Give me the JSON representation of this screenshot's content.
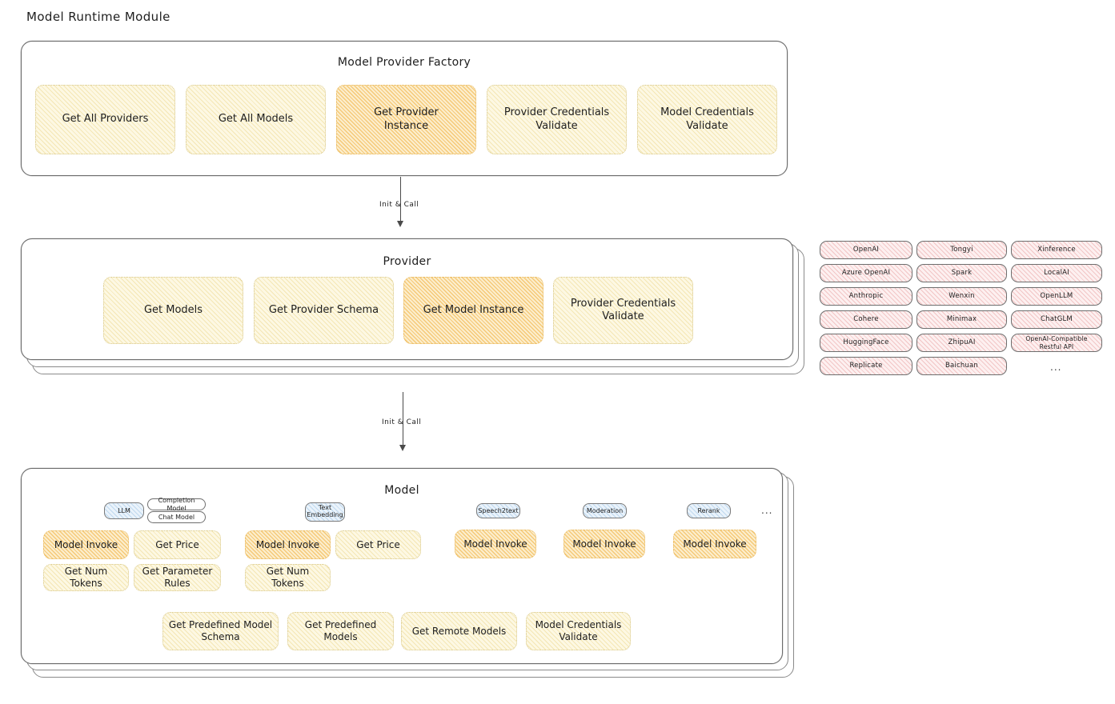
{
  "page": {
    "title": "Model Runtime Module"
  },
  "factory": {
    "title": "Model Provider Factory",
    "nodes": [
      {
        "label": "Get All Providers",
        "highlight": false
      },
      {
        "label": "Get All Models",
        "highlight": false
      },
      {
        "label": "Get Provider\nInstance",
        "highlight": true
      },
      {
        "label": "Provider Credentials\nValidate",
        "highlight": false
      },
      {
        "label": "Model Credentials\nValidate",
        "highlight": false
      }
    ]
  },
  "arrows": [
    {
      "label": "Init & Call"
    },
    {
      "label": "Init & Call"
    }
  ],
  "provider": {
    "title": "Provider",
    "nodes": [
      {
        "label": "Get Models",
        "highlight": false
      },
      {
        "label": "Get Provider Schema",
        "highlight": false
      },
      {
        "label": "Get Model Instance",
        "highlight": true
      },
      {
        "label": "Provider Credentials\nValidate",
        "highlight": false
      }
    ]
  },
  "provider_list": {
    "columns": [
      [
        "OpenAI",
        "Azure OpenAI",
        "Anthropic",
        "Cohere",
        "HuggingFace",
        "Replicate"
      ],
      [
        "Tongyi",
        "Spark",
        "Wenxin",
        "Minimax",
        "ZhipuAI",
        "Baichuan"
      ],
      [
        "Xinference",
        "LocalAI",
        "OpenLLM",
        "ChatGLM",
        "OpenAI-Compatible Restful API"
      ]
    ],
    "more": "..."
  },
  "model": {
    "title": "Model",
    "more": "...",
    "types": [
      {
        "name": "LLM",
        "subtypes": [
          "Completion Model",
          "Chat Model"
        ],
        "actions": [
          {
            "label": "Model Invoke",
            "highlight": true
          },
          {
            "label": "Get Price",
            "highlight": false
          },
          {
            "label": "Get Num Tokens",
            "highlight": false
          },
          {
            "label": "Get Parameter\nRules",
            "highlight": false
          }
        ]
      },
      {
        "name": "Text\nEmbedding",
        "subtypes": [],
        "actions": [
          {
            "label": "Model Invoke",
            "highlight": true
          },
          {
            "label": "Get Price",
            "highlight": false
          },
          {
            "label": "Get Num Tokens",
            "highlight": false
          }
        ]
      },
      {
        "name": "Speech2text",
        "subtypes": [],
        "actions": [
          {
            "label": "Model Invoke",
            "highlight": true
          }
        ]
      },
      {
        "name": "Moderation",
        "subtypes": [],
        "actions": [
          {
            "label": "Model Invoke",
            "highlight": true
          }
        ]
      },
      {
        "name": "Rerank",
        "subtypes": [],
        "actions": [
          {
            "label": "Model Invoke",
            "highlight": true
          }
        ]
      }
    ],
    "shared_actions": [
      {
        "label": "Get Predefined Model\nSchema"
      },
      {
        "label": "Get Predefined\nModels"
      },
      {
        "label": "Get Remote Models"
      },
      {
        "label": "Model Credentials\nValidate"
      }
    ]
  },
  "colors": {
    "node_yellow": "#fdf8e3",
    "node_orange": "#fceecd",
    "node_pink": "#fdf0f0",
    "node_blue": "#eaf3fb",
    "stroke": "#6b6b6b",
    "text": "#1e1e1e"
  }
}
